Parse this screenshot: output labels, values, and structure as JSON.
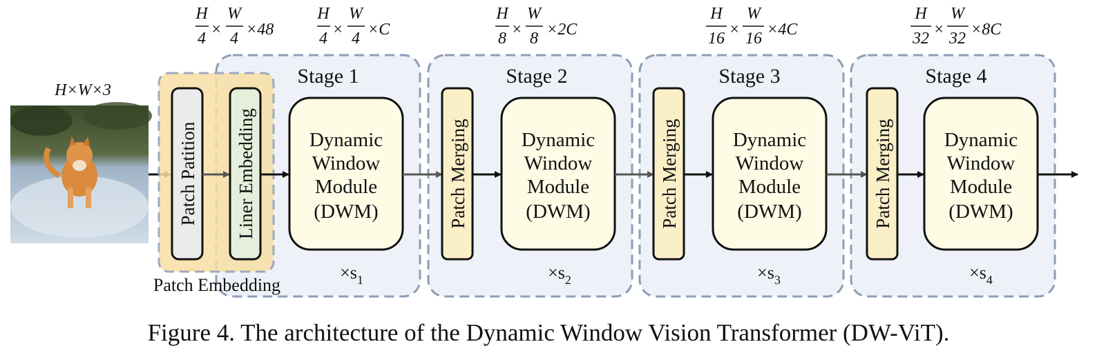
{
  "input": {
    "dims": "H×W×3"
  },
  "patch_embedding": {
    "label": "Patch Embedding",
    "patch_partition": "Patch Patition",
    "liner_embedding": "Liner Embedding",
    "dims_partition": {
      "num1": "H",
      "den1": "4",
      "num2": "W",
      "den2": "4",
      "suffix": "×48"
    },
    "dims_embedding": {
      "num1": "H",
      "den1": "4",
      "num2": "W",
      "den2": "4",
      "suffix": "×C"
    }
  },
  "stages": [
    {
      "title": "Stage 1",
      "module_lines": [
        "Dynamic",
        "Window",
        "Module",
        "(DWM)"
      ],
      "repeat": "×s",
      "repeat_sub": "1"
    },
    {
      "title": "Stage 2",
      "merging": "Patch Merging",
      "module_lines": [
        "Dynamic",
        "Window",
        "Module",
        "(DWM)"
      ],
      "repeat": "×s",
      "repeat_sub": "2",
      "dims": {
        "num1": "H",
        "den1": "8",
        "num2": "W",
        "den2": "8",
        "suffix": "×2C"
      }
    },
    {
      "title": "Stage 3",
      "merging": "Patch Merging",
      "module_lines": [
        "Dynamic",
        "Window",
        "Module",
        "(DWM)"
      ],
      "repeat": "×s",
      "repeat_sub": "3",
      "dims": {
        "num1": "H",
        "den1": "16",
        "num2": "W",
        "den2": "16",
        "suffix": "×4C"
      }
    },
    {
      "title": "Stage 4",
      "merging": "Patch Merging",
      "module_lines": [
        "Dynamic",
        "Window",
        "Module",
        "(DWM)"
      ],
      "repeat": "×s",
      "repeat_sub": "4",
      "dims": {
        "num1": "H",
        "den1": "32",
        "num2": "W",
        "den2": "32",
        "suffix": "×8C"
      }
    }
  ],
  "caption": "Figure 4. The architecture of the Dynamic Window Vision Transformer (DW-ViT).",
  "colors": {
    "stage_bg": "#eef2f8",
    "stage_border": "#8c9db5",
    "embedding_bg": "#f8dfa5",
    "partition_box": "#ebebeb",
    "liner_box": "#e5efdc",
    "merging_box": "#fbefc8",
    "module_box": "#fffce6",
    "stroke": "#111111"
  }
}
